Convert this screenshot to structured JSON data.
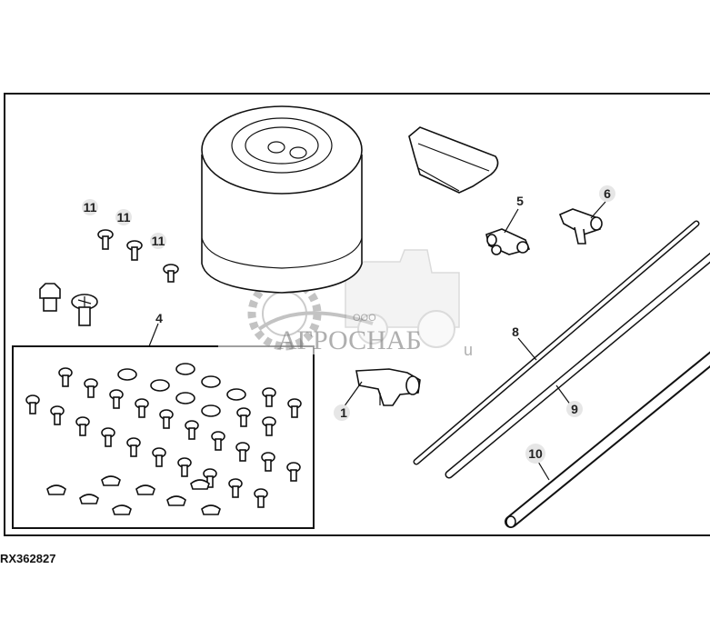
{
  "callouts": {
    "c1": "1",
    "c4": "4",
    "c5": "5",
    "c6": "6",
    "c8": "8",
    "c9": "9",
    "c10": "10",
    "c11a": "11",
    "c11b": "11",
    "c11c": "11"
  },
  "figure_id": "RX362827",
  "watermark": {
    "company_prefix": "ООО",
    "company_name": "АГРОСНАБ",
    "suffix": "u"
  }
}
